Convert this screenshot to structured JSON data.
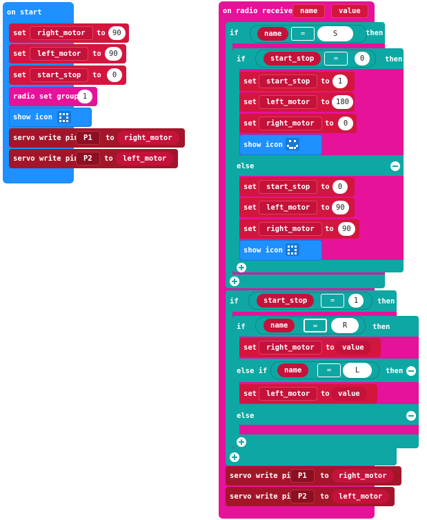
{
  "on_start": {
    "header": "on start",
    "set1": {
      "kw": "set",
      "var": "right_motor",
      "to": "to",
      "val": "90"
    },
    "set2": {
      "kw": "set",
      "var": "left_motor",
      "to": "to",
      "val": "90"
    },
    "set3": {
      "kw": "set",
      "var": "start_stop",
      "to": "to",
      "val": "0"
    },
    "radio": {
      "label": "radio set group",
      "val": "1"
    },
    "show_icon": "show icon",
    "servo1": {
      "label": "servo write pin",
      "pin": "P1",
      "to": "to",
      "var": "right_motor"
    },
    "servo2": {
      "label": "servo write pin",
      "pin": "P2",
      "to": "to",
      "var": "left_motor"
    }
  },
  "on_radio": {
    "header": "on radio received",
    "param1": "name",
    "param2": "value",
    "if1": {
      "kw": "if",
      "var": "name",
      "op": "=",
      "str": "S",
      "then": "then"
    },
    "if2": {
      "kw": "if",
      "var": "start_stop",
      "op": "=",
      "val": "0",
      "then": "then"
    },
    "a1": {
      "kw": "set",
      "var": "start_stop",
      "to": "to",
      "val": "1"
    },
    "a2": {
      "kw": "set",
      "var": "left_motor",
      "to": "to",
      "val": "180"
    },
    "a3": {
      "kw": "set",
      "var": "right_motor",
      "to": "to",
      "val": "0"
    },
    "a_icon": "show icon",
    "else1": "else",
    "b1": {
      "kw": "set",
      "var": "start_stop",
      "to": "to",
      "val": "0"
    },
    "b2": {
      "kw": "set",
      "var": "left_motor",
      "to": "to",
      "val": "90"
    },
    "b3": {
      "kw": "set",
      "var": "right_motor",
      "to": "to",
      "val": "90"
    },
    "b_icon": "show icon",
    "if3": {
      "kw": "if",
      "var": "start_stop",
      "op": "=",
      "val": "1",
      "then": "then"
    },
    "if4": {
      "kw": "if",
      "var": "name",
      "op": "=",
      "str": "R",
      "then": "then"
    },
    "c1": {
      "kw": "set",
      "var": "right_motor",
      "to": "to",
      "val": "value"
    },
    "elseif": {
      "kw": "else if",
      "var": "name",
      "op": "=",
      "str": "L",
      "then": "then"
    },
    "c2": {
      "kw": "set",
      "var": "left_motor",
      "to": "to",
      "val": "value"
    },
    "else2": "else",
    "servo1": {
      "label": "servo write pin",
      "pin": "P1",
      "to": "to",
      "var": "right_motor"
    },
    "servo2": {
      "label": "servo write pin",
      "pin": "P2",
      "to": "to",
      "var": "left_motor"
    }
  },
  "colors": {
    "blue": "#1e90ff",
    "red": "#d3163e",
    "magenta": "#e6129a",
    "teal": "#0fa7a3",
    "servo": "#a3162a"
  }
}
